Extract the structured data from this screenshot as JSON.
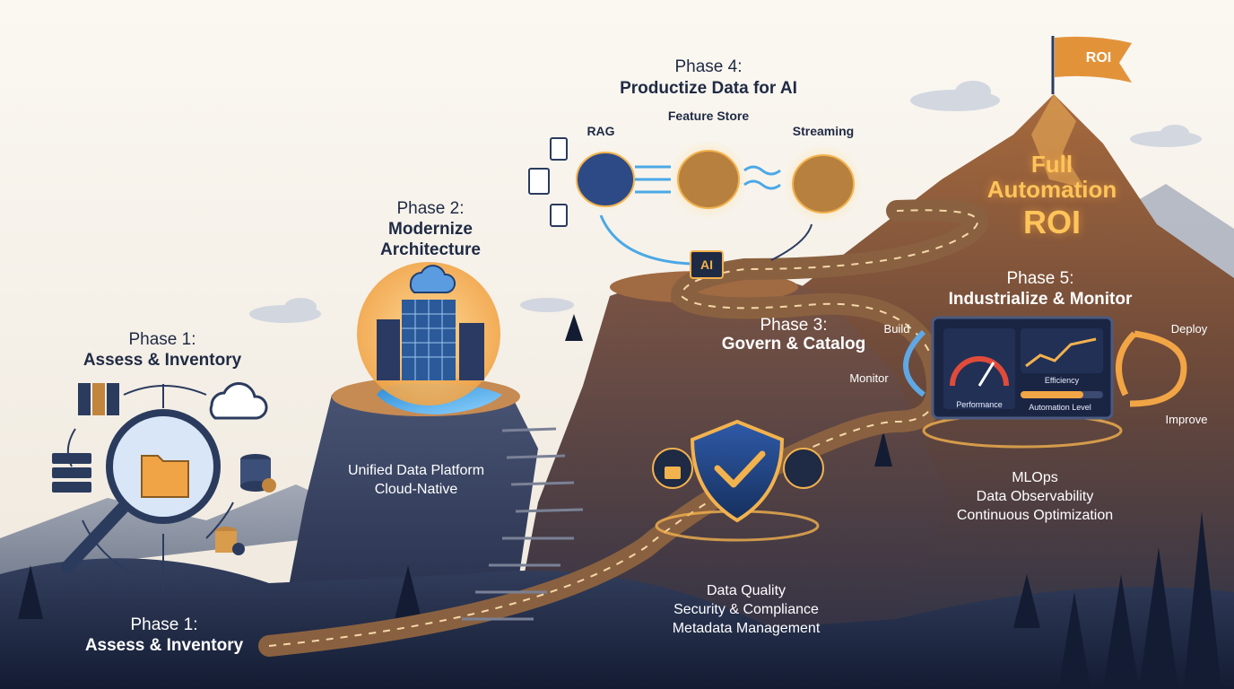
{
  "phases": {
    "p1": {
      "phase": "Phase 1:",
      "title": "Assess & Inventory"
    },
    "p1_bottom": {
      "phase": "Phase 1:",
      "title": "Assess & Inventory"
    },
    "p2": {
      "phase": "Phase 2:",
      "title_line1": "Modernize",
      "title_line2": "Architecture",
      "details": [
        "Unified Data Platform",
        "Cloud-Native"
      ]
    },
    "p3": {
      "phase": "Phase 3:",
      "title": "Govern & Catalog",
      "details": [
        "Data Quality",
        "Security & Compliance",
        "Metadata Management"
      ]
    },
    "p4": {
      "phase": "Phase 4:",
      "title": "Productize Data for AI",
      "components": {
        "rag": "RAG",
        "feature_store": "Feature Store",
        "streaming": "Streaming"
      },
      "ai_chip": "AI"
    },
    "p5": {
      "phase": "Phase 5:",
      "title": "Industrialize & Monitor",
      "cycle": {
        "build": "Build",
        "deploy": "Deploy",
        "monitor": "Monitor",
        "improve": "Improve"
      },
      "dashboard": {
        "performance": "Performance",
        "efficiency": "Efficiency",
        "automation": "Automation Level"
      },
      "details": [
        "MLOps",
        "Data Observability",
        "Continuous Optimization"
      ]
    }
  },
  "summit": {
    "line1": "Full",
    "line2": "Automation",
    "line3": "ROI",
    "flag": "ROI"
  },
  "colors": {
    "navy": "#1f2a44",
    "gold": "#f4b34a",
    "sky": "#f4f1ec",
    "mountain_dark": "#2b3550"
  }
}
